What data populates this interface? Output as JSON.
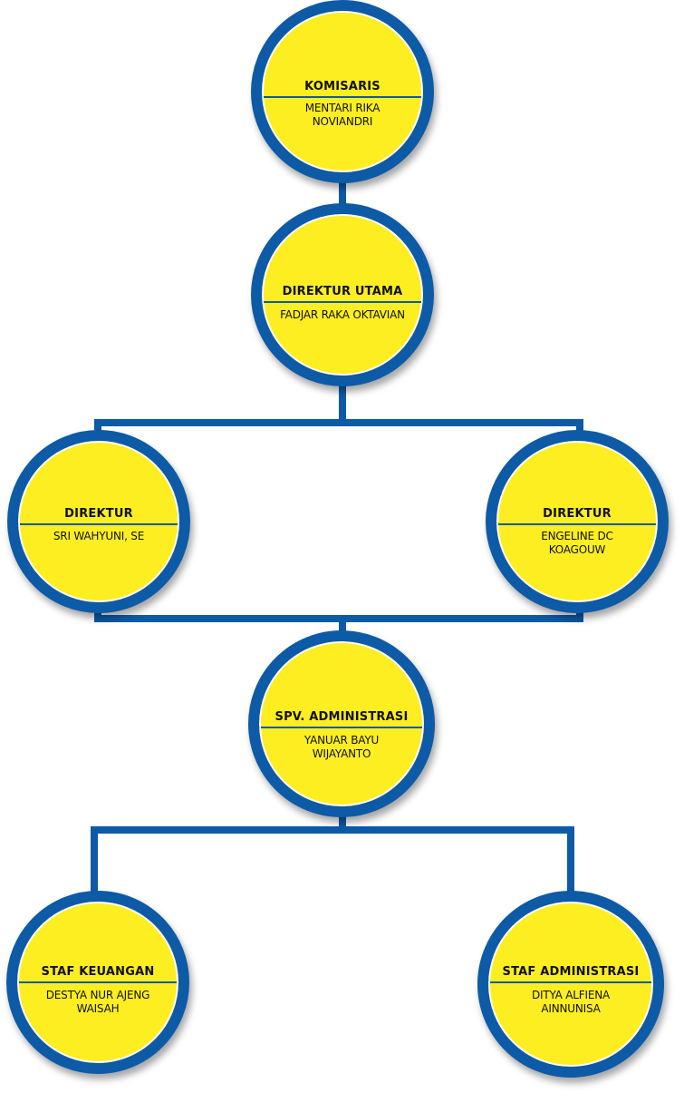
{
  "colors": {
    "node_fill": "#fcee21",
    "connector": "#0d5aa7"
  },
  "nodes": {
    "komisaris": {
      "title": "KOMISARIS",
      "name": "MENTARI RIKA NOVIANDRI"
    },
    "direktur_utama": {
      "title": "DIREKTUR UTAMA",
      "name": "FADJAR RAKA OKTAVIAN"
    },
    "direktur_1": {
      "title": "DIREKTUR",
      "name": "SRI WAHYUNI, SE"
    },
    "direktur_2": {
      "title": "DIREKTUR",
      "name": "ENGELINE DC KOAGOUW"
    },
    "spv_administrasi": {
      "title": "SPV. ADMINISTRASI",
      "name": "YANUAR BAYU WIJAYANTO"
    },
    "staf_keuangan": {
      "title": "STAF KEUANGAN",
      "name": "DESTYA NUR AJENG WAISAH"
    },
    "staf_administrasi": {
      "title": "STAF ADMINISTRASI",
      "name": "DITYA ALFIENA AINNUNISA"
    }
  }
}
